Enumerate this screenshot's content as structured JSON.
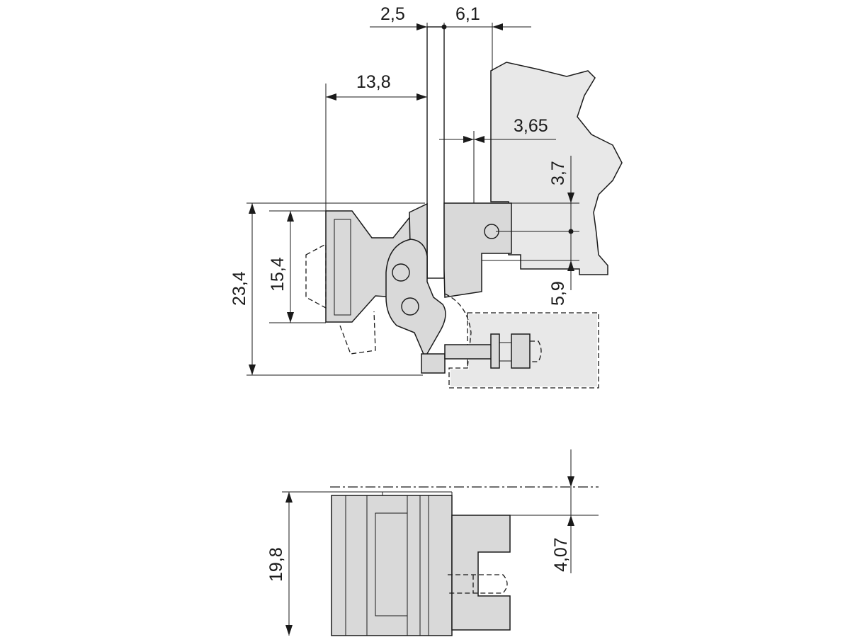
{
  "colors": {
    "line": "#1a1a1a",
    "part_fill": "#d9d9d9",
    "panel_fill": "#e8e8e8",
    "background": "#ffffff"
  },
  "dimensions": {
    "top_2_5": "2,5",
    "top_6_1": "6,1",
    "width_13_8": "13,8",
    "offset_3_65": "3,65",
    "vertical_3_7": "3,7",
    "height_23_4": "23,4",
    "height_15_4": "15,4",
    "vertical_5_9": "5,9",
    "height_19_8": "19,8",
    "vertical_4_07": "4,07"
  }
}
